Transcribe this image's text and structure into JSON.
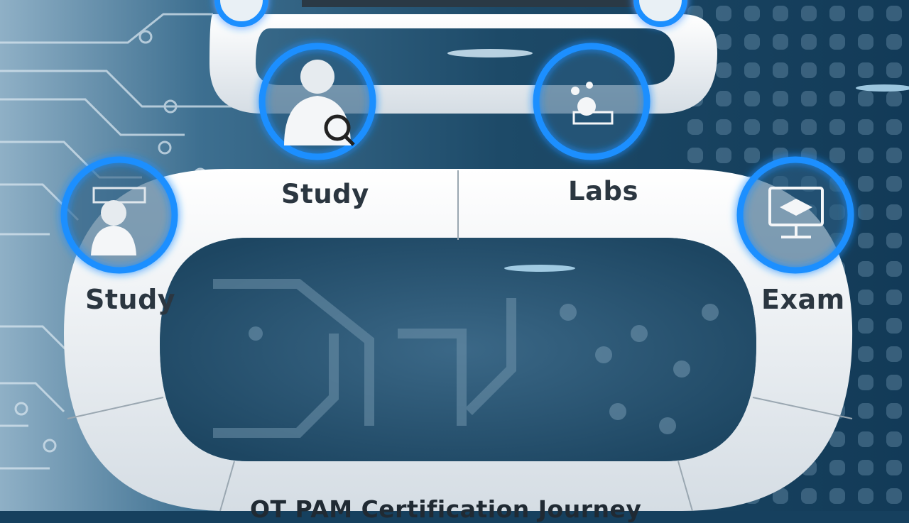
{
  "stages": {
    "study_top": "Study",
    "labs": "Labs",
    "study_left": "Study",
    "exam": "Exam"
  },
  "footer": {
    "title": "OT PAM Certification Journey"
  },
  "icons": [
    "doctor-search-icon",
    "lab-equipment-icon",
    "lab-people-icon",
    "exam-computer-icon"
  ],
  "colors": {
    "ring_glow": "#1e90ff",
    "track_white": "#eef2f5",
    "background": "#173f5c",
    "label_text": "#2b3640"
  }
}
